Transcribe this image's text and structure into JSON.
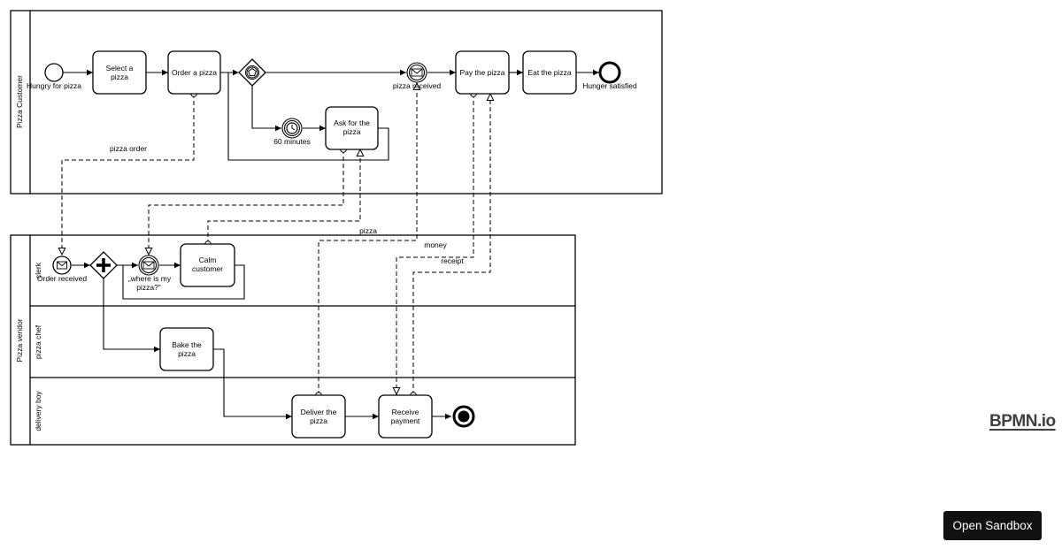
{
  "pools": {
    "customer": {
      "label": "Pizza Customer"
    },
    "vendor": {
      "label": "Pizza vendor"
    }
  },
  "lanes": {
    "clerk": "clerk",
    "chef": "pizza chef",
    "delivery": "delivery boy"
  },
  "tasks": {
    "select": [
      "Select a",
      "pizza"
    ],
    "order": [
      "Order a pizza"
    ],
    "ask": [
      "Ask for the",
      "pizza"
    ],
    "pay": [
      "Pay the pizza"
    ],
    "eat": [
      "Eat the pizza"
    ],
    "calm": [
      "Calm",
      "customer"
    ],
    "bake": [
      "Bake the",
      "pizza"
    ],
    "deliver": [
      "Deliver the",
      "pizza"
    ],
    "receive": [
      "Receive",
      "payment"
    ]
  },
  "events": {
    "start_hungry": "Hungry for pizza",
    "end_satisfied": "Hunger satisfied",
    "pizza_received": "pizza received",
    "timer_60": "60 minutes",
    "order_received": "Order received",
    "where_line1": "„where is my",
    "where_line2": "pizza?\""
  },
  "flows": {
    "pizza_order": "pizza order",
    "pizza": "pizza",
    "money": "money",
    "receipt": "receipt"
  },
  "brand": {
    "logo": "BPMN.io"
  },
  "actions": {
    "open_sandbox": "Open Sandbox"
  },
  "colors": {
    "stroke": "#000000",
    "button_bg": "#111111",
    "button_text": "#ffffff"
  }
}
